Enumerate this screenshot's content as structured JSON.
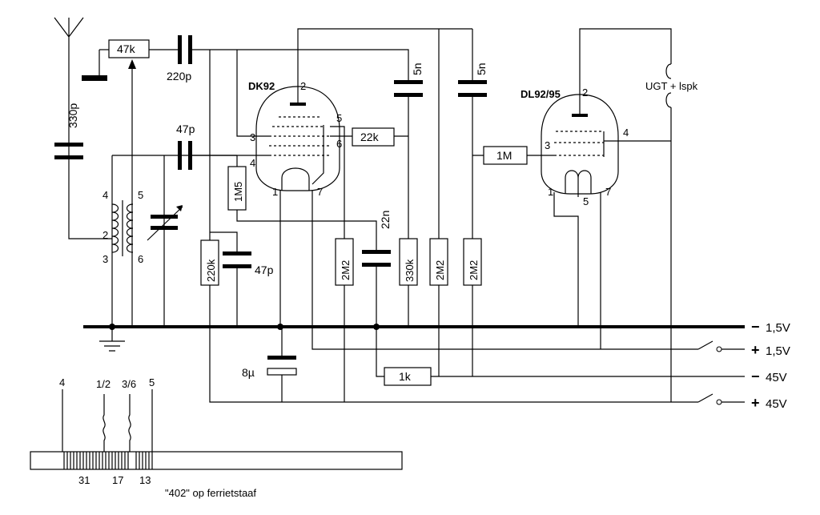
{
  "tubes": [
    {
      "name": "DK92",
      "pins": [
        "2",
        "5",
        "3",
        "6",
        "4",
        "1",
        "7"
      ]
    },
    {
      "name": "DL92/95",
      "pins": [
        "2",
        "4",
        "3",
        "1",
        "5",
        "7"
      ]
    }
  ],
  "components": {
    "resistors": [
      "47k",
      "1M5",
      "22k",
      "1M",
      "220k",
      "2M2",
      "330k",
      "2M2",
      "2M2",
      "1k"
    ],
    "capacitors": [
      "220p",
      "330p",
      "47p",
      "47p",
      "5n",
      "5n",
      "22n",
      "8µ"
    ]
  },
  "coil_pins": [
    "4",
    "5",
    "2",
    "3",
    "6"
  ],
  "speaker_label": "UGT + lspk",
  "rails": [
    {
      "sign": "−",
      "label": "1,5V"
    },
    {
      "sign": "+",
      "label": "1,5V"
    },
    {
      "sign": "−",
      "label": "45V"
    },
    {
      "sign": "+",
      "label": "45V"
    }
  ],
  "ferrite": {
    "top_labels": [
      "4",
      "1/2",
      "3/6",
      "5"
    ],
    "turns": [
      "31",
      "17",
      "13"
    ],
    "caption": "\"402\" op ferrietstaaf"
  }
}
